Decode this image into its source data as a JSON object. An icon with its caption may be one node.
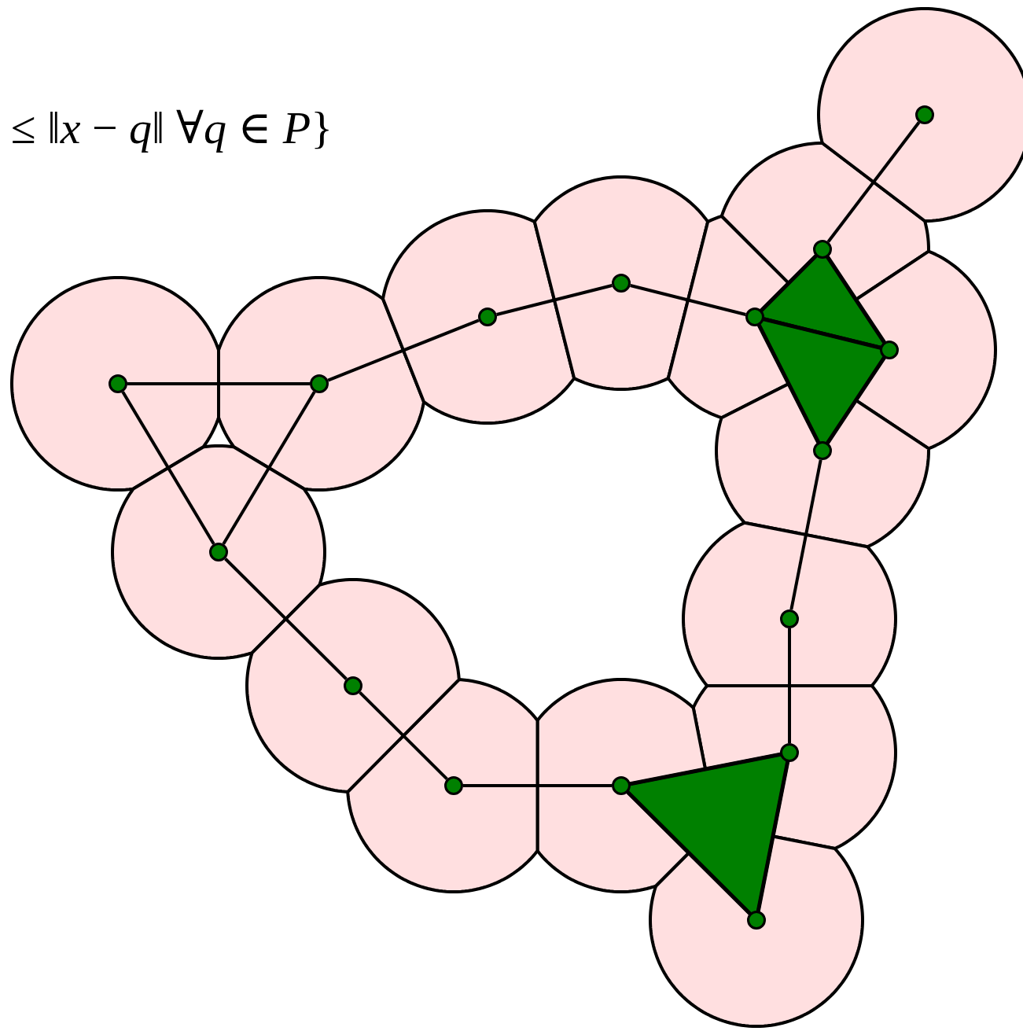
{
  "diagram": {
    "nodes": [
      {
        "text": [],
        "shape": "circle"
      },
      {
        "text": [],
        "shape": "circle"
      },
      {
        "text": [],
        "shape": "circle"
      },
      {
        "text": [],
        "shape": "circle"
      },
      {
        "text": [],
        "shape": "circle"
      },
      {
        "text": [],
        "shape": "circle"
      },
      {
        "text": [],
        "shape": "circle"
      },
      {
        "text": [],
        "shape": "circle"
      },
      {
        "text": [],
        "shape": "circle"
      },
      {
        "text": [],
        "shape": "circle"
      },
      {
        "text": [],
        "shape": "circle"
      },
      {
        "text": [],
        "shape": "circle"
      },
      {
        "text": [],
        "shape": "circle"
      },
      {
        "text": [],
        "shape": "circle"
      },
      {
        "text": [],
        "shape": "circle"
      },
      {
        "text": [],
        "shape": "circle"
      }
    ],
    "edges": [
      {
        "from": 0,
        "to": 1,
        "arrow": "none"
      },
      {
        "from": 0,
        "to": 2,
        "arrow": "none"
      },
      {
        "from": 1,
        "to": 2,
        "arrow": "none"
      },
      {
        "from": 1,
        "to": 3,
        "arrow": "none"
      },
      {
        "from": 3,
        "to": 4,
        "arrow": "none"
      },
      {
        "from": 4,
        "to": 5,
        "arrow": "none"
      },
      {
        "from": 5,
        "to": 6,
        "arrow": "none"
      },
      {
        "from": 5,
        "to": 8,
        "arrow": "none"
      },
      {
        "from": 5,
        "to": 9,
        "arrow": "none"
      },
      {
        "from": 6,
        "to": 8,
        "arrow": "none"
      },
      {
        "from": 6,
        "to": 7,
        "arrow": "none"
      },
      {
        "from": 8,
        "to": 9,
        "arrow": "none"
      },
      {
        "from": 9,
        "to": 10,
        "arrow": "none"
      },
      {
        "from": 10,
        "to": 11,
        "arrow": "none"
      },
      {
        "from": 11,
        "to": 13,
        "arrow": "none"
      },
      {
        "from": 11,
        "to": 12,
        "arrow": "none"
      },
      {
        "from": 12,
        "to": 13,
        "arrow": "none"
      },
      {
        "from": 13,
        "to": 14,
        "arrow": "none"
      },
      {
        "from": 14,
        "to": 15,
        "arrow": "none"
      },
      {
        "from": 15,
        "to": 2,
        "arrow": "none"
      }
    ],
    "labels": [
      "≤ ‖*x* − *q*‖ ∀*q* ∈ *P*}"
    ]
  }
}
